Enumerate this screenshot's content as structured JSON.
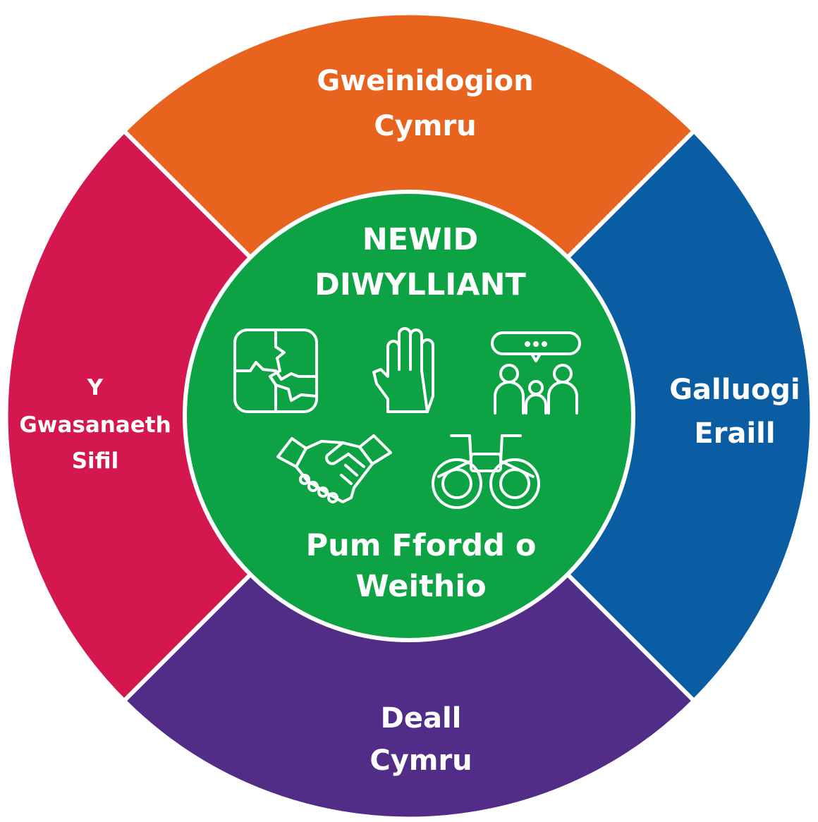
{
  "segments": {
    "top": {
      "lines": [
        "Gweinidogion",
        "Cymru"
      ],
      "color": "#E8641E"
    },
    "right": {
      "lines": [
        "Galluogi",
        "Eraill"
      ],
      "color": "#0A5CA3"
    },
    "bottom": {
      "lines": [
        "Deall",
        "Cymru"
      ],
      "color": "#522D87"
    },
    "left": {
      "lines": [
        "Y",
        "Gwasanaeth",
        "Sifil"
      ],
      "color": "#D4174F"
    }
  },
  "center": {
    "title_lines": [
      "NEWID",
      "DIWYLLIANT"
    ],
    "subtitle_lines": [
      "Pum Ffordd o",
      "Weithio"
    ],
    "color": "#0DA244",
    "icons": [
      "puzzle-icon",
      "hand-icon",
      "people-discussion-icon",
      "handshake-icon",
      "binoculars-icon"
    ]
  }
}
